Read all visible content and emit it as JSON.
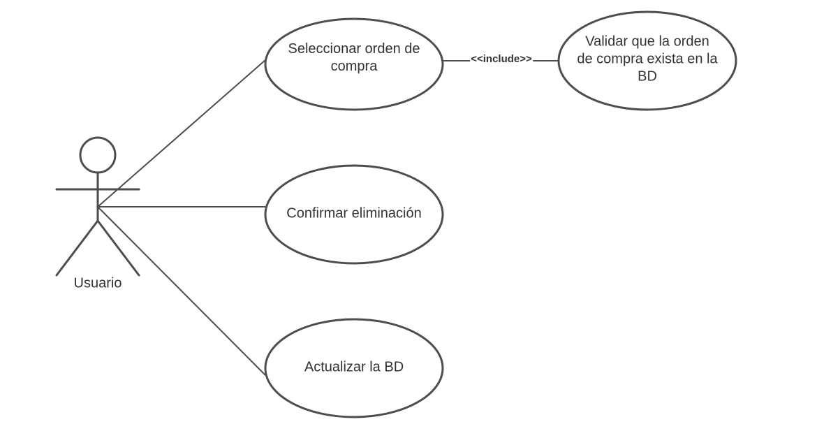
{
  "actor": {
    "name": "Usuario"
  },
  "use_cases": {
    "seleccionar": "Seleccionar orden de\ncompra",
    "confirmar": "Confirmar eliminación",
    "actualizar": "Actualizar la BD",
    "validar": "Validar que la orden\nde compra exista en la\nBD"
  },
  "relations": {
    "include_label": "<<include>>"
  },
  "colors": {
    "stroke": "#4d4d4d",
    "text": "#333333",
    "background": "#ffffff"
  }
}
